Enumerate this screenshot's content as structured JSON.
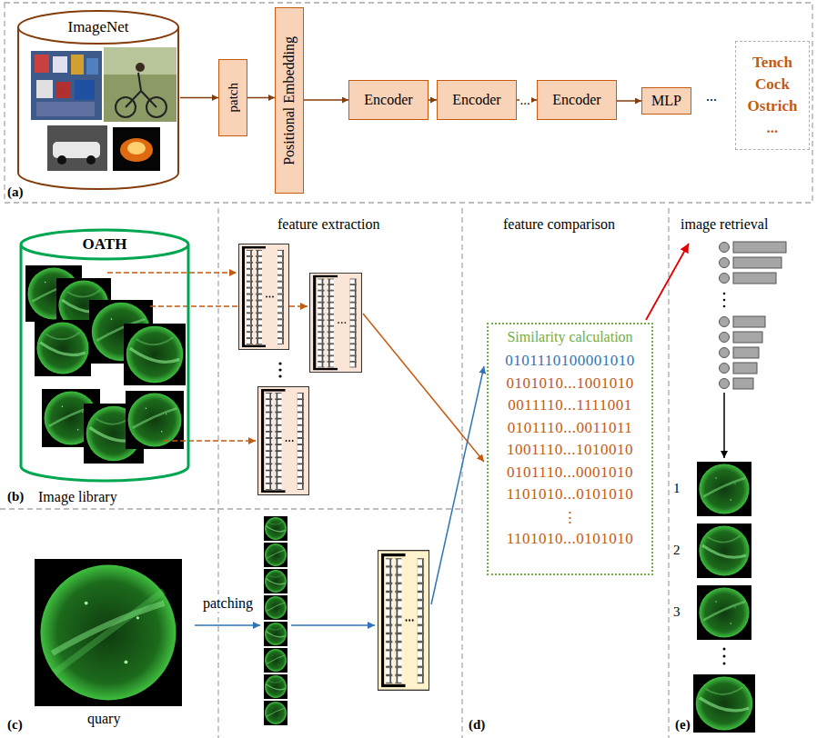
{
  "diagram": {
    "nodes": [
      {
        "text": [
          "ImageNet"
        ]
      },
      {
        "text": [
          "patch"
        ]
      },
      {
        "text": [
          "Positional Embedding"
        ]
      },
      {
        "text": [
          "Encoder"
        ]
      },
      {
        "text": [
          "Encoder"
        ]
      },
      {
        "text": [
          "Encoder"
        ]
      },
      {
        "text": [
          "MLP"
        ]
      },
      {
        "text": [
          "Tench Cock Ostrich ..."
        ]
      },
      {
        "text": [
          "OATH"
        ]
      },
      {
        "text": [
          "Similarity calculation",
          "0101110100001010",
          "0101010...1001010",
          "0011110...1111001",
          "0101110...0011011",
          "1001110...1010010",
          "0101110...0001010",
          "1101010...0101010",
          "⋮",
          "1101010...0101010"
        ]
      }
    ],
    "edges": [
      {
        "from": 0,
        "to": 1,
        "arrow": "to"
      },
      {
        "from": 1,
        "to": 2,
        "arrow": "to"
      },
      {
        "from": 2,
        "to": 3,
        "arrow": "to"
      },
      {
        "from": 3,
        "to": 4,
        "arrow": "to"
      },
      {
        "from": 4,
        "to": 5,
        "label": "...",
        "arrow": "to"
      },
      {
        "from": 5,
        "to": 6,
        "arrow": "to"
      }
    ],
    "labels": [
      "(a)",
      "...",
      "Image library",
      "(b)",
      "feature extraction",
      "feature comparison",
      "image retrieval",
      "1",
      "2",
      "3",
      "patching",
      "quary",
      "(c)",
      "(d)",
      "(e)"
    ]
  }
}
